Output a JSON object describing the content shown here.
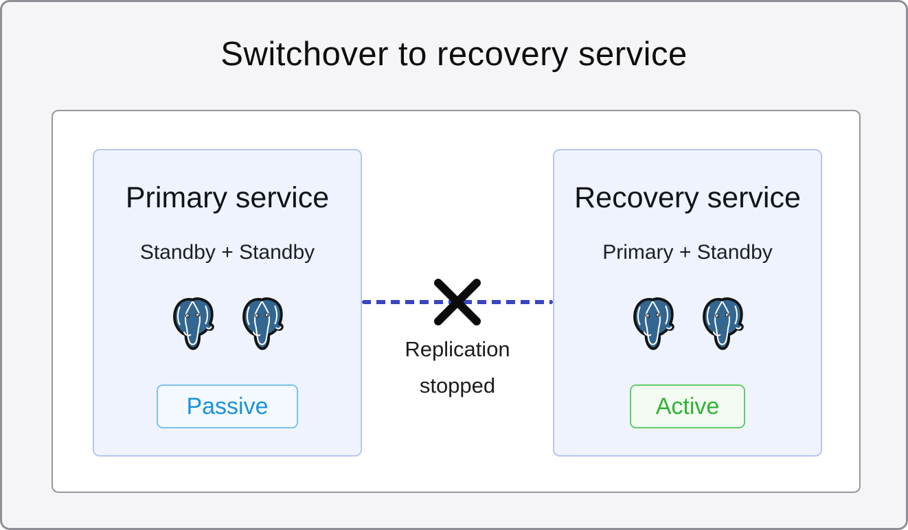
{
  "title": "Switchover to recovery service",
  "cards": [
    {
      "id": "primary",
      "title": "Primary service",
      "subtitle": "Standby + Standby",
      "badge": {
        "label": "Passive",
        "text_color": "#1993d8",
        "border_color": "#7cc3ea",
        "background": "#f3f9ff"
      },
      "icons": [
        "postgresql-elephant-icon",
        "postgresql-elephant-icon"
      ]
    },
    {
      "id": "recovery",
      "title": "Recovery service",
      "subtitle": "Primary + Standby",
      "badge": {
        "label": "Active",
        "text_color": "#2eb335",
        "border_color": "#62cc66",
        "background": "#f4fbf2"
      },
      "icons": [
        "postgresql-elephant-icon",
        "postgresql-elephant-icon"
      ]
    }
  ],
  "connector": {
    "label_line1": "Replication",
    "label_line2": "stopped",
    "line_style": "dashed",
    "line_color": "#3a45c0",
    "cross_icon": "x-cross-icon",
    "cross_color": "#0b0b0b"
  },
  "colors": {
    "postgres_blue": "#336791",
    "card_background": "#eef3fe",
    "card_border": "#b9c5ef",
    "panel_background": "#ffffff",
    "panel_border": "#96969d",
    "frame_background": "#f5f5f7",
    "frame_border": "#8e8e96"
  }
}
